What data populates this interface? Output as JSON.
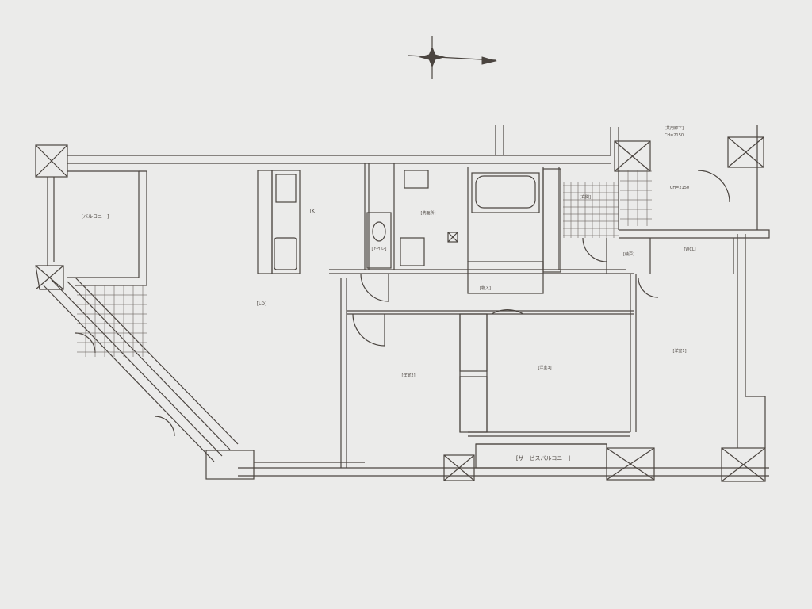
{
  "plan": {
    "ink_color": "#4b4540",
    "paper_color": "#ebebea",
    "compass": {
      "icon": "north-arrow-compass-rose"
    },
    "labels": {
      "balcony": "[バルコニー]",
      "ld": "[LD]",
      "kitchen": "[K]",
      "toilet": "[トイレ]",
      "washroom": "[洗面所]",
      "entrance": "[玄関]",
      "corridor": "[共用廊下]",
      "corridor_ch": "CH=2150",
      "entrance_ch": "CH=2150",
      "storage": "[納戸]",
      "wcl": "[WCL]",
      "closet": "[物入]",
      "room1": "[洋室1]",
      "room2": "[洋室2]",
      "room3": "[洋室3]",
      "service_balcony": "[サービスバルコニー]"
    }
  }
}
